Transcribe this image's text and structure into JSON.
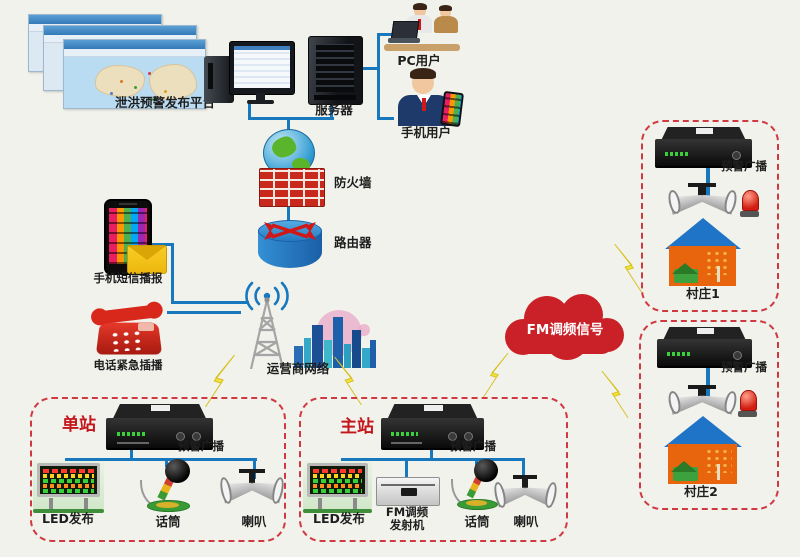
{
  "colors": {
    "background": "#f1f2ec",
    "line_blue": "#1878be",
    "dashed_red": "#cf3a40",
    "station_red": "#c3151b",
    "cloud_red": "#c92127",
    "lightning_yellow": "#f2e33a",
    "label_dark": "#1e1e1e"
  },
  "top": {
    "platform": "泄洪预警发布平台",
    "server": "服务器",
    "pc_user": "PC用户",
    "mobile_user": "手机用户"
  },
  "net": {
    "firewall": "防火墙",
    "router": "路由器",
    "operator": "运营商网络",
    "fm_signal": "FM调频信号"
  },
  "left": {
    "sms": "手机短信播报",
    "phone": "电话紧急插播"
  },
  "s1": {
    "title": "单站",
    "device": "预警广播",
    "led": "LED发布",
    "mic": "话筒",
    "horn": "喇叭"
  },
  "s2": {
    "title": "主站",
    "device": "预警广播",
    "led": "LED发布",
    "fm1": "FM调频",
    "fm2": "发射机",
    "mic": "话筒",
    "horn": "喇叭"
  },
  "v1": {
    "device": "预警广播",
    "name": "村庄1"
  },
  "v2": {
    "device": "预警广播",
    "name": "村庄2"
  }
}
